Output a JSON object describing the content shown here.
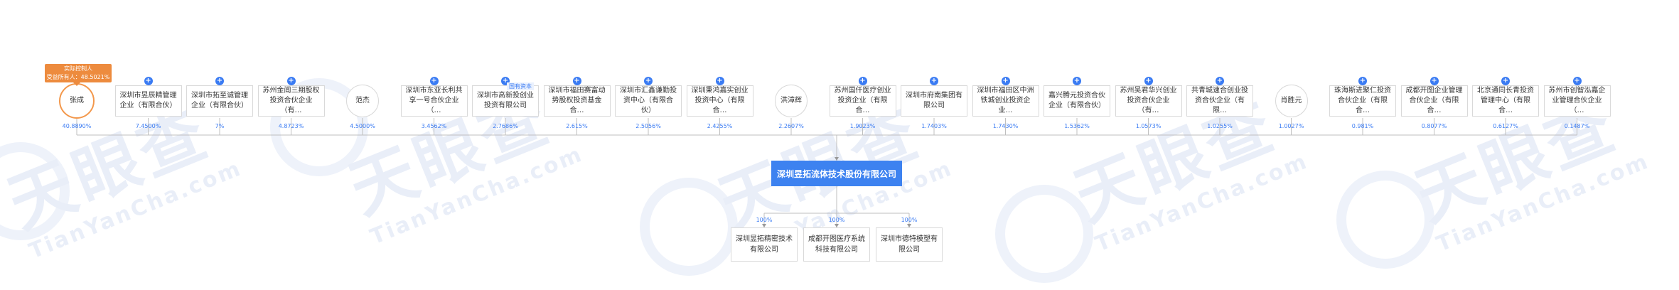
{
  "watermark": {
    "brand": "天眼查",
    "latin": "TianYanCha.com"
  },
  "controller": {
    "line1": "实际控制人",
    "line2": "受益所有人：48.5021%"
  },
  "shareholders": [
    {
      "name": "张成",
      "type": "person",
      "pct": "40.8890%",
      "controller": true
    },
    {
      "name": "深圳市昱辰精管理企业（有限合伙）",
      "type": "org",
      "pct": "7.4500%"
    },
    {
      "name": "深圳市拓至诚管理企业（有限合伙）",
      "type": "org",
      "pct": "7%"
    },
    {
      "name": "苏州金阊三期股权投资合伙企业（有…",
      "type": "org",
      "pct": "4.8723%"
    },
    {
      "name": "范杰",
      "type": "person",
      "pct": "4.5000%"
    },
    {
      "name": "深圳市东亚长利共享一号合伙企业（…",
      "type": "org",
      "pct": "3.4562%"
    },
    {
      "name": "深圳市高新投创业投资有限公司",
      "type": "org",
      "pct": "2.7686%",
      "badge": "国有资本"
    },
    {
      "name": "深圳市福田赛富动势股权投资基金合…",
      "type": "org",
      "pct": "2.615%"
    },
    {
      "name": "深圳市汇鑫谦勤投资中心（有限合伙）",
      "type": "org",
      "pct": "2.5056%"
    },
    {
      "name": "深圳秉鸿嘉实创业投资中心（有限合…",
      "type": "org",
      "pct": "2.4255%"
    },
    {
      "name": "洪漳辉",
      "type": "person",
      "pct": "2.2607%"
    },
    {
      "name": "苏州国仟医疗创业投资企业（有限合…",
      "type": "org",
      "pct": "1.9023%"
    },
    {
      "name": "深圳市府南集团有限公司",
      "type": "org",
      "pct": "1.7403%"
    },
    {
      "name": "深圳市福田区中洲铁城创业投资企业…",
      "type": "org",
      "pct": "1.7430%"
    },
    {
      "name": "嘉兴腾元投资合伙企业（有限合伙）",
      "type": "org",
      "pct": "1.5362%"
    },
    {
      "name": "苏州吴君华兴创业投资合伙企业（有…",
      "type": "org",
      "pct": "1.0573%"
    },
    {
      "name": "共青城速合创业投资合伙企业（有限…",
      "type": "org",
      "pct": "1.0255%"
    },
    {
      "name": "肖胜元",
      "type": "person",
      "pct": "1.0027%"
    },
    {
      "name": "珠海斯进聚仁投资合伙企业（有限合…",
      "type": "org",
      "pct": "0.981%"
    },
    {
      "name": "成都开图企业管理合伙企业（有限合…",
      "type": "org",
      "pct": "0.8077%"
    },
    {
      "name": "北京通同长青投资管理中心（有限合…",
      "type": "org",
      "pct": "0.6127%"
    },
    {
      "name": "苏州市创智泓嘉企业管理合伙企业（…",
      "type": "org",
      "pct": "0.1487%"
    }
  ],
  "company": {
    "name": "深圳昱拓流体技术股份有限公司"
  },
  "subsidiaries": [
    {
      "name": "深圳昱拓精密技术有限公司",
      "pct": "100%"
    },
    {
      "name": "成都开图医疗系统科技有限公司",
      "pct": "100%"
    },
    {
      "name": "深圳市德特模塑有限公司",
      "pct": "100%"
    }
  ],
  "colors": {
    "accent": "#3d82f0",
    "controller": "#ed8b3e",
    "line": "#bfbfbf"
  }
}
